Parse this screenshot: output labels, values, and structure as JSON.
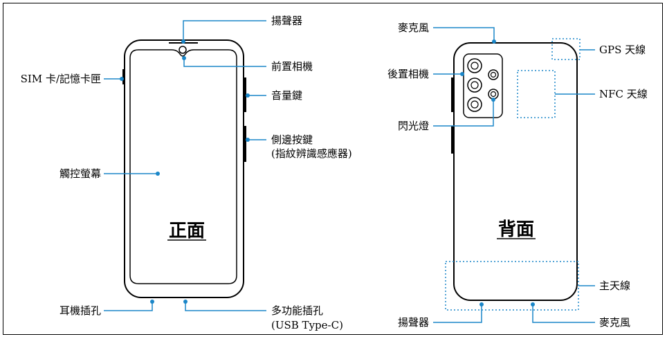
{
  "front": {
    "title": "正面",
    "labels": {
      "speaker": "揚聲器",
      "front_camera": "前置相機",
      "volume_key": "音量鍵",
      "side_key_line1": "側邊按鍵",
      "side_key_line2": "(指紋辨識感應器)",
      "sim_tray": "SIM 卡/記憶卡匣",
      "touchscreen": "觸控螢幕",
      "earphone_jack": "耳機插孔",
      "multipurpose_jack_line1": "多功能插孔",
      "multipurpose_jack_line2": "(USB Type-C)"
    }
  },
  "back": {
    "title": "背面",
    "labels": {
      "mic_top": "麥克風",
      "rear_camera": "後置相機",
      "flash": "閃光燈",
      "gps_antenna": "GPS 天線",
      "nfc_antenna": "NFC 天線",
      "main_antenna": "主天線",
      "speaker": "揚聲器",
      "mic_bottom": "麥克風"
    }
  },
  "colors": {
    "leader_line": "#1a86c8",
    "outline": "#000000",
    "antenna_dots": "#1a86c8"
  }
}
